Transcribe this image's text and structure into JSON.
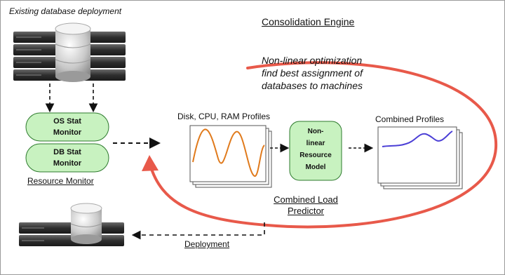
{
  "labels": {
    "existing_deployment": "Existing database deployment",
    "consolidation_engine": "Consolidation Engine",
    "optimization_line1": "Non-linear optimization",
    "optimization_line2": "find best assignment of",
    "optimization_line3": "databases to machines",
    "profiles_title": "Disk, CPU, RAM  Profiles",
    "combined_profiles_title": "Combined  Profiles",
    "os_stat_line1": "OS Stat",
    "os_stat_line2": "Monitor",
    "db_stat_line1": "DB Stat",
    "db_stat_line2": "Monitor",
    "resource_monitor": "Resource Monitor",
    "model_line1": "Non-",
    "model_line2": "linear",
    "model_line3": "Resource",
    "model_line4": "Model",
    "predictor_line1": "Combined Load",
    "predictor_line2": "Predictor",
    "deployment": "Deployment"
  },
  "colors": {
    "ellipse": "#e8594a",
    "monitor_fill": "#c8f2c0",
    "profile_curve": "#e07a1c",
    "combined_curve": "#4b3fd6"
  }
}
